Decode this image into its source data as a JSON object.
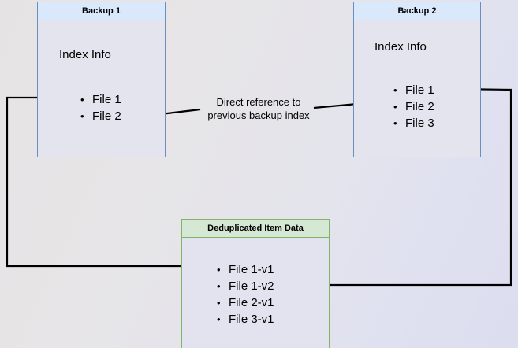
{
  "diagram": {
    "title": "Backup deduplication index reference diagram",
    "background_colors": {
      "gradient_start": "#e6e3e4",
      "gradient_end": "#dcdef0"
    },
    "nodes": [
      {
        "id": "backup1",
        "header": "Backup 1",
        "subtitle": "Index Info",
        "items": [
          "File 1",
          "File 2"
        ],
        "border_color": "#6c8ebf",
        "header_color": "#dae8fc"
      },
      {
        "id": "backup2",
        "header": "Backup 2",
        "subtitle": "Index Info",
        "items": [
          "File 1",
          "File 2",
          "File 3"
        ],
        "border_color": "#6c8ebf",
        "header_color": "#dae8fc"
      },
      {
        "id": "dedup",
        "header": "Deduplicated Item Data",
        "items": [
          "File 1-v1",
          "File 1-v2",
          "File 2-v1",
          "File 3-v1"
        ],
        "border_color": "#82b366",
        "header_color": "#d5e8d4"
      }
    ],
    "edges": [
      {
        "id": "backup2-to-backup1",
        "label": "Direct reference to\nprevious backup index",
        "label_line1": "Direct reference to",
        "label_line2": "previous backup index",
        "from": "backup2.File 2",
        "to": "backup1.File 2",
        "color": "#000000"
      },
      {
        "id": "backup1-to-dedup",
        "from": "backup1.File 1",
        "to": "dedup.File 1-v1",
        "color": "#000000"
      },
      {
        "id": "backup2-to-dedup",
        "from": "backup2.File 1",
        "to": "dedup.File 1-v2",
        "color": "#000000"
      }
    ]
  }
}
